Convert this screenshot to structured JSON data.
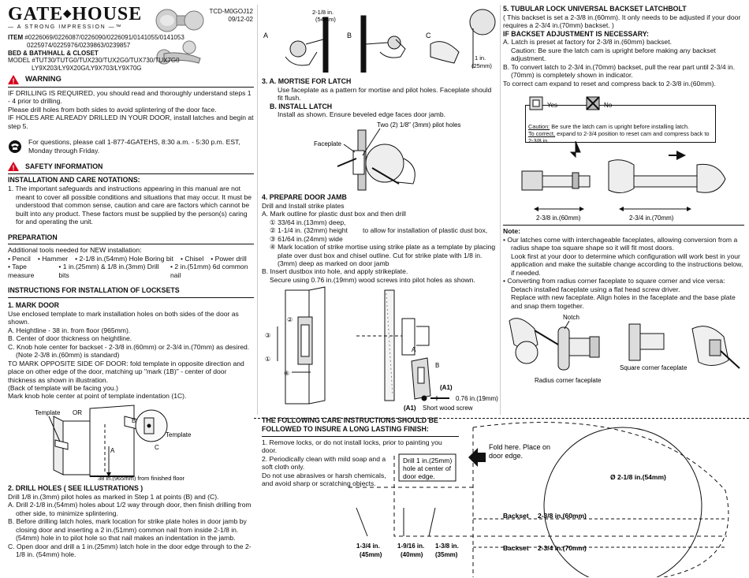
{
  "header": {
    "brand_left": "GATE",
    "brand_right": "HOUSE",
    "tagline": "A STRONG IMPRESSION",
    "tm": "™",
    "doc_code": "TCD-M0GOJ12",
    "doc_date": "09/12-02",
    "item_label": "ITEM",
    "item_numbers_1": "#0226069/0226087/0226090/0226091/0141055/0141053",
    "item_numbers_2": "0225974/0225976/0239863/0239857",
    "product": "BED & BATH/HALL & CLOSET",
    "model_label": "MODEL",
    "model_1": "#TUT30/TUTG0/TUX230/TUX2G0/TUX730/TUX7G0",
    "model_2": "LY9X203/LY9X20G/LY9X703/LY9X70G"
  },
  "warning": {
    "title": "WARNING",
    "line1": "IF DRILLING IS REQUIRED, you should read and thoroughly understand steps 1 - 4 prior to drilling.",
    "line2": "Please drill holes from both sides to avoid splintering of the door face.",
    "line3": "IF HOLES ARE ALREADY DRILLED IN YOUR DOOR, install latches and begin at step 5."
  },
  "contact": {
    "line1": "For questions, please call 1-877-4GATEHS, 8:30 a.m. - 5:30 p.m. EST,",
    "line2": "Monday through Friday."
  },
  "safety": {
    "title": "SAFETY INFORMATION",
    "notations_title": "INSTALLATION AND CARE NOTATIONS:",
    "notations_text": "1. The important safeguards and instructions appearing in this manual are not meant to cover all possible conditions and situations that may occur. It must be understood that common sense, caution and care are factors which cannot be built into any product. These factors must be supplied by the person(s) caring for and operating the unit."
  },
  "preparation": {
    "title": "PREPARATION",
    "intro": "Additional tools needed for NEW installation:",
    "tools_row1": [
      "• Pencil",
      "• Hammer",
      "• 2-1/8 in.(54mm) Hole Boring bit",
      "• Chisel",
      "• Power drill"
    ],
    "tools_row2": [
      "• Tape measure",
      "• 1 in.(25mm) & 1/8 in.(3mm) Drill bits",
      "• 2 in.(51mm) 6d common nail"
    ]
  },
  "instructions": {
    "title": "INSTRUCTIONS FOR INSTALLATION OF LOCKSETS",
    "step1_title": "1. MARK DOOR",
    "step1_lines": [
      "Use enclosed template to mark installation holes on both sides of the door as shown.",
      "A. Heightline - 38 in. from floor (965mm).",
      "B. Center of door thickness on heightline.",
      "C. Knob hole center for backset - 2-3/8 in.(60mm) or 2-3/4 in.(70mm) as desired.",
      "(Note 2-3/8 in.(60mm) is standard)",
      "TO MARK OPPOSITE SIDE OF DOOR: fold template in opposite direction and place on other edge of the door, matching up \"mark (1B)\" - center of door thickness as shown in illustration.",
      "(Back of template will be facing you.)",
      "Mark knob hole center at point of template indentation (1C)."
    ],
    "fig1": {
      "template": "Template",
      "or": "OR",
      "a": "A",
      "b": "B",
      "c": "C",
      "template2": "Template",
      "floor": "38 in.(965mm) from finished floor"
    },
    "step2_title": "2. DRILL HOLES ( SEE ILLUSTRATIONS )",
    "step2_lines": [
      "Drill 1/8 in.(3mm) pilot holes as marked in Step 1 at points (B) and (C).",
      "A. Drill 2-1/8 in.(54mm) holes about 1/2 way through door, then finish drilling from other side, to minimize splintering.",
      "B. Before drilling latch holes, mark location for strike plate holes in door jamb by closing door and inserting a 2 in.(51mm) common nail from inside 2-1/8 in.(54mm) hole in to pilot hole so that nail makes an indentation in the jamb.",
      "C. Open door and drill a 1 in.(25mm) latch hole in the door edge through to the 2-1/8 in. (54mm) hole."
    ]
  },
  "fig2": {
    "a": "A",
    "b": "B",
    "c": "C",
    "dim_top": "2-1/8 in.",
    "dim_top_mm": "(54mm)",
    "dim_c": "1 in.",
    "dim_c_mm": "(25mm)"
  },
  "step3": {
    "title_a": "3. A. MORTISE FOR LATCH",
    "text_a": "Use faceplate as a pattern for mortise and pilot holes. Faceplate should fit flush.",
    "title_b": "B. INSTALL LATCH",
    "text_b": "Install as shown. Ensure beveled edge faces door jamb.",
    "label_pilot": "Two (2) 1/8\" (3mm) pilot holes",
    "label_faceplate": "Faceplate"
  },
  "step4": {
    "title": "4. PREPARE DOOR JAMB",
    "sub": "Drill and Install strike plates",
    "a": "A. Mark outline for plastic dust box and then drill",
    "m1": "33/64 in.(13mm) deep,",
    "m2": "1-1/4 in. (32mm) height",
    "m2_note": "to allow for installation of plastic dust box,",
    "m3": "61/64 in.(24mm) wide",
    "m4": "Mark location of strike mortise using strike plate as a template by placing plate over dust box and chisel outline. Cut for strike plate with 1/8 in.(3mm) deep as marked on door jamb",
    "b1": "B. Insert dustbox into hole, and apply strikeplate.",
    "b2": "Secure using 0.76 in.(19mm) wood screws into pilot holes as shown.",
    "n1": "1",
    "n2": "2",
    "n3": "3",
    "n4": "4",
    "fa": "A",
    "fb": "B",
    "fa1": "(A1)",
    "screw_dim": "0.76 in.(19mm)",
    "screw_label": "(A1)",
    "screw_text": "Short wood screw"
  },
  "care": {
    "title1": "THE FOLLOWING CARE INSTRUCTIONS SHOULD BE",
    "title2": "FOLLOWED TO INSURE A LONG LASTING FINISH:",
    "l1": "1. Remove locks, or do not install locks, prior to painting you door.",
    "l2": "2. Periodically clean with mild soap and a soft cloth only.",
    "l3": "Do not use abrasives or harsh chemicals, and avoid sharp or scratching objects."
  },
  "template": {
    "drill_note_1": "Drill 1 in.(25mm)",
    "drill_note_2": "hole at center of",
    "drill_note_3": "door edge.",
    "fold_1": "Fold here. Place on",
    "fold_2": "door edge.",
    "diameter": "Ø 2-1/8 in.(54mm)",
    "backset1_label": "Backset",
    "backset1_val": "2-3/8 in.(60mm)",
    "backset2_label": "Backset",
    "backset2_val": "2-3/4 in.(70mm)",
    "t1": "1-3/4 in.",
    "t1mm": "(45mm)",
    "t2": "1-9/16 in.",
    "t2mm": "(40mm)",
    "t3": "1-3/8 in.",
    "t3mm": "(35mm)"
  },
  "step5": {
    "title": "5. TUBULAR  LOCK  UNIVERSAL  BACKSET  LATCHBOLT",
    "intro": "( This  backset  is set a 2-3/8 in.(60mm). It only needs to be adjusted if your door requires a 2-3/4 in.(70mm) backset. )",
    "adj_title": "IF BACKSET ADJUSTMENT IS NECESSARY:",
    "a1": "A. Latch is preset at factory for 2-3/8 in.(60mm) backset.",
    "a2": "Caution: Be sure the latch cam is upright before making any backset adjustment.",
    "b1": "B. To convert latch to 2-3/4 in.(70mm) backset, pull the rear part until 2-3/4 in.(70mm) is completely shown in indicator.",
    "c1": "To correct cam expand to reset and compress back to 2-3/8 in.(60mm).",
    "yes": "Yes",
    "no": "No",
    "caution_label": "Caution:",
    "caution_text": "Be sure the latch cam is upright before installing latch.",
    "correct_label": "To correct,",
    "correct_text": "expand to 2-3/4 position to reset cam and compress back to 2-3/8 in.",
    "dim1": "2-3/8 in.(60mm)",
    "dim2": "2-3/4 in.(70mm)"
  },
  "note": {
    "title": "Note:",
    "p1": "• Our latches come with interchageable faceplates, allowing conversion from a radius shape toa square shape so it will fit most doors.",
    "p2": "Look first at your door to determine which configuration will work best in your application and make the suitable change according to the instructions below, if needed.",
    "p3": "• Converting from radius corner faceplate to square corner and vice versa:",
    "p4": "Detach installed faceplate using a flat head screw driver.",
    "p5": "Replace with new faceplate. Align holes in the faceplate and the base plate and snap them together.",
    "notch": "Notch",
    "radius": "Radius corner faceplate",
    "square": "Square corner faceplate"
  }
}
